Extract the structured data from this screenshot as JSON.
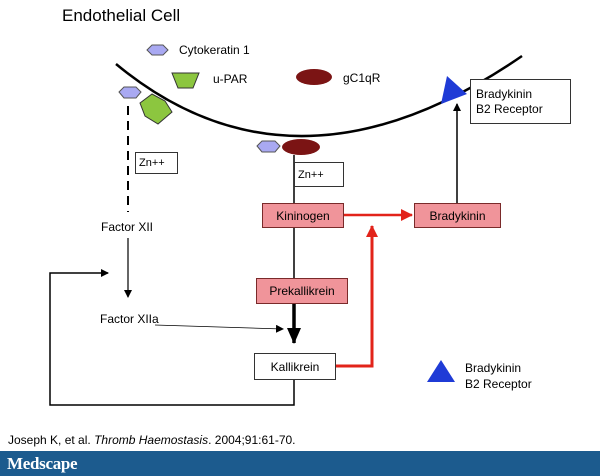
{
  "diagram": {
    "title": "Endothelial Cell",
    "membrane_proteins": {
      "cytokeratin": "Cytokeratin 1",
      "upar": "u-PAR",
      "gc1qr": "gC1qR"
    },
    "zinc_left": "Zn++",
    "zinc_right": "Zn++",
    "factor_xii": "Factor XII",
    "factor_xiia": "Factor XIIa",
    "kininogen": "Kininogen",
    "prekallikrein": "Prekallikrein",
    "kallikrein": "Kallikrein",
    "bradykinin": "Bradykinin",
    "receptor_box": {
      "line1": "Bradykinin",
      "line2": "B2 Receptor"
    },
    "legend": {
      "line1": "Bradykinin",
      "line2": "B2 Receptor"
    }
  },
  "colors": {
    "purple": "#a9a9f2",
    "green": "#8cc63f",
    "maroon": "#7b1414",
    "pink": "#f0949a",
    "red_arrow": "#e2231a",
    "blue": "#1f3bd6",
    "footer": "#1c5b8e"
  },
  "citation": {
    "authors": "Joseph K, et al.",
    "journal": "Thromb Haemostasis",
    "details": ". 2004;91:61-70."
  },
  "footer": {
    "brand": "Medscape"
  }
}
